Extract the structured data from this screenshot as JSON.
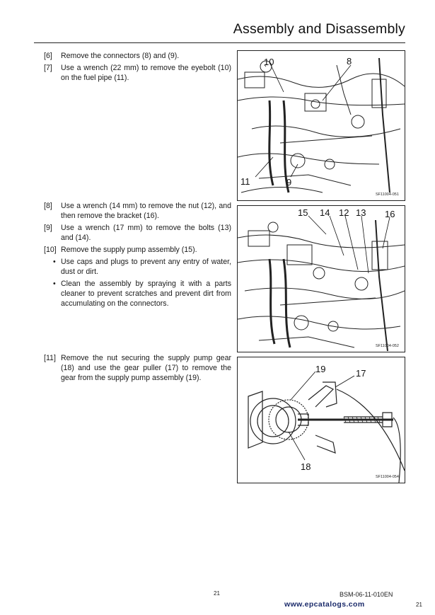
{
  "header": {
    "title": "Assembly and Disassembly"
  },
  "section1": {
    "steps": [
      {
        "num": "[6]",
        "text": "Remove the connectors (8) and (9)."
      },
      {
        "num": "[7]",
        "text": "Use a wrench (22 mm) to remove the eyebolt (10) on the fuel pipe (11)."
      }
    ]
  },
  "section2": {
    "steps": [
      {
        "num": "[8]",
        "text": "Use a wrench (14 mm) to remove the nut (12), and then remove the bracket (16)."
      },
      {
        "num": "[9]",
        "text": "Use a wrench (17 mm) to remove the bolts (13) and (14)."
      },
      {
        "num": "[10]",
        "text": "Remove the supply pump assembly (15)."
      }
    ],
    "bullets": [
      "Use caps and plugs to prevent any entry of water, dust or dirt.",
      "Clean the assembly by spraying it with a parts cleaner to prevent scratches and prevent dirt from accumulating on the connectors."
    ]
  },
  "section3": {
    "steps": [
      {
        "num": "[11]",
        "text": "Remove the nut securing the supply pump gear (18) and use the gear puller (17) to remove the gear from the supply pump assembly (19)."
      }
    ]
  },
  "figures": [
    {
      "code": "SF11004-051",
      "callouts": [
        "10",
        "8",
        "11",
        "9"
      ]
    },
    {
      "code": "SF11004-052",
      "callouts": [
        "15",
        "14",
        "12",
        "13",
        "16"
      ]
    },
    {
      "code": "SF11004-054",
      "callouts": [
        "19",
        "17",
        "18"
      ]
    }
  ],
  "footer": {
    "page": "21",
    "doc_code": "BSM-06-11-010EN",
    "website": "www.epcatalogs.com",
    "page_corner": "21"
  }
}
